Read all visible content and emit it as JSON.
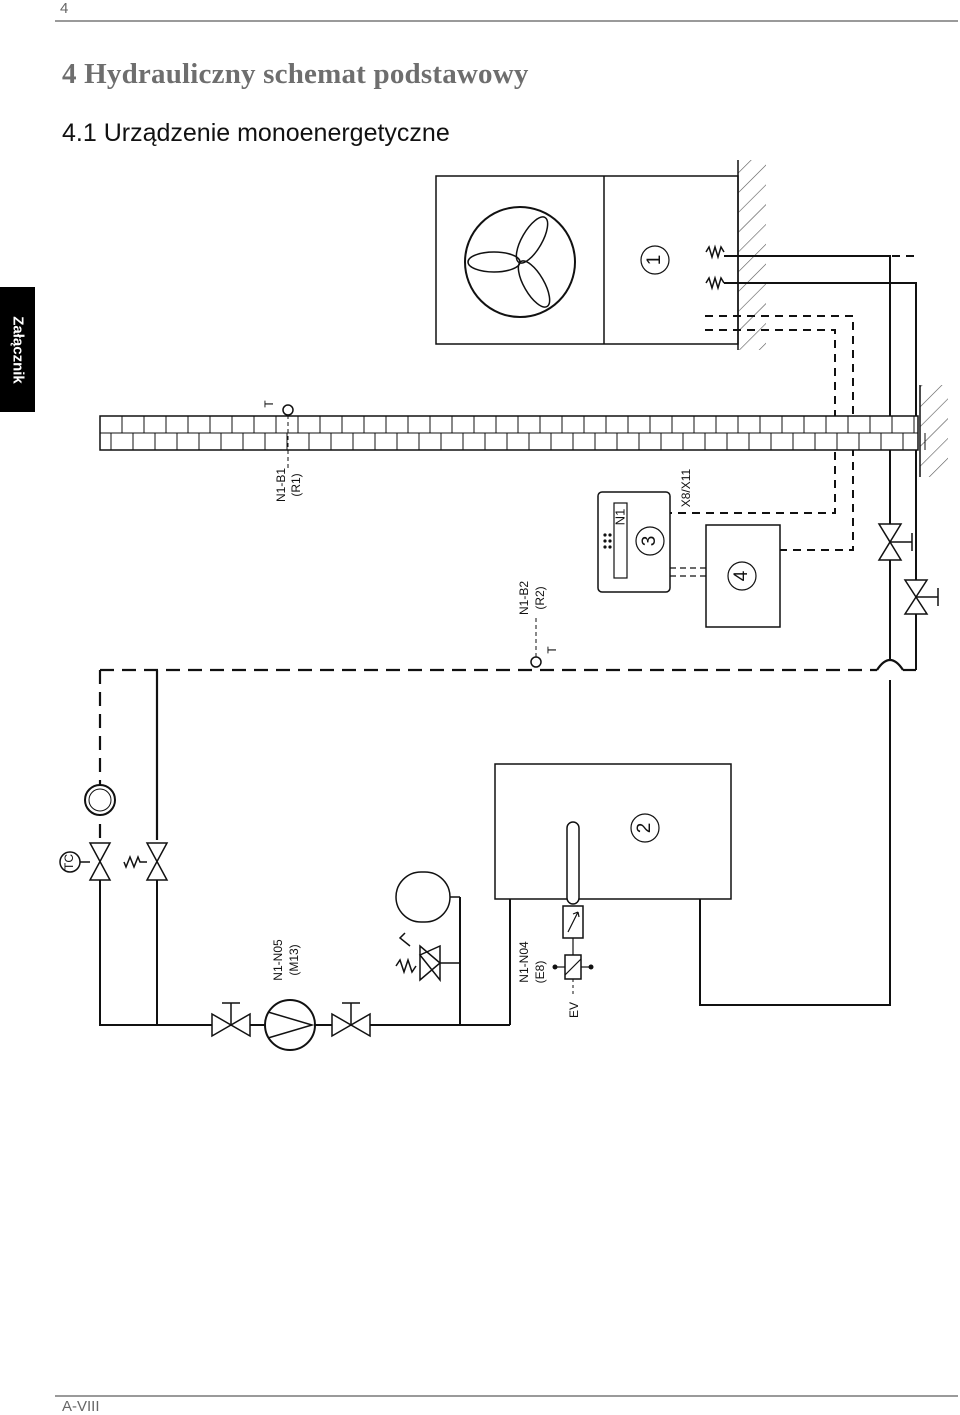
{
  "header": {
    "page_number": "4",
    "chapter_title": "4  Hydrauliczny schemat podstawowy",
    "section_title": "4.1  Urządzenie monoenergetyczne"
  },
  "side_tab": {
    "label": "Załącznik"
  },
  "diagram": {
    "callouts": {
      "heat_pump": "1",
      "buffer_tank": "2",
      "controller": "3",
      "box_4": "4"
    },
    "controller_label": "N1",
    "labels": {
      "sensor_t_outdoor": "T",
      "sensor_r1_line1": "N1-B1",
      "sensor_r1_line2": "(R1)",
      "sensor_t_return": "T",
      "sensor_r2_line1": "N1-B2",
      "sensor_r2_line2": "(R2)",
      "terminal": "X8/X11",
      "pump_line1": "N1-N05",
      "pump_line2": "(M13)",
      "heater_line1": "N1-N04",
      "heater_line2": "(E8)",
      "ev": "EV",
      "tc": "TC"
    }
  },
  "footer": {
    "code": "A-VIII"
  }
}
